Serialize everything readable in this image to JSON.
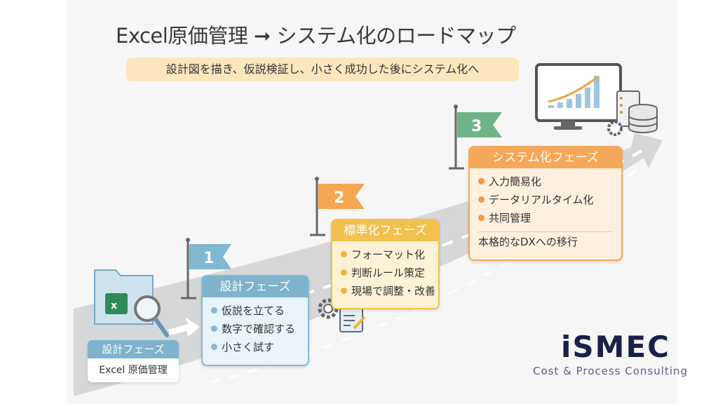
{
  "title": "Excel原価管理 ➞ システム化のロードマップ",
  "subtitle": "設計図を描き、仮説検証し、小さく成功した後にシステム化へ",
  "start": {
    "header": "設計フェーズ",
    "label": "Excel 原価管理"
  },
  "phases": [
    {
      "number": "1",
      "title": "設計フェーズ",
      "items": [
        "仮説を立てる",
        "数字で確認する",
        "小さく試す"
      ],
      "color": "#7db3cc"
    },
    {
      "number": "2",
      "title": "標準化フェーズ",
      "items": [
        "フォーマット化",
        "判断ルール策定",
        "現場で調整・改善"
      ],
      "color": "#f2c14e"
    },
    {
      "number": "3",
      "title": "システム化フェーズ",
      "items": [
        "入力簡易化",
        "データリアルタイム化",
        "共同管理"
      ],
      "footer": "本格的なDXへの移行",
      "color": "#f5a85a"
    }
  ],
  "flag_colors": [
    "#7fb8d0",
    "#f4a851",
    "#6fb38a"
  ],
  "logo": {
    "name": "iSMEC",
    "tagline": "Cost & Process Consulting"
  }
}
